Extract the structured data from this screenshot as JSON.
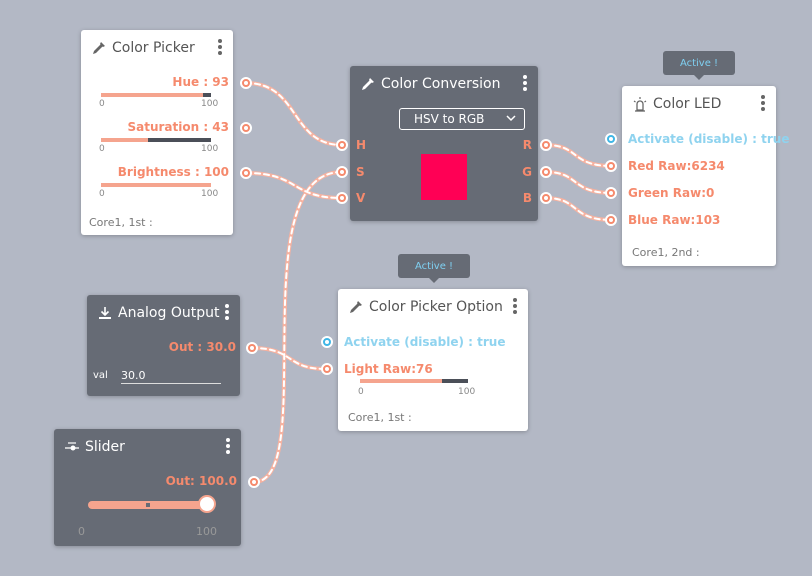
{
  "colors": {
    "canvas": "#b3b8c5",
    "accent": "#f58a6d",
    "info": "#3fb6e6",
    "node_dark": "#666b75",
    "swatch": "#ff0055"
  },
  "color_picker": {
    "title": "Color Picker",
    "hue": {
      "label": "Hue : 93",
      "min": "0",
      "max": "100",
      "value": 93
    },
    "saturation": {
      "label": "Saturation : 43",
      "min": "0",
      "max": "100",
      "value": 43
    },
    "brightness": {
      "label": "Brightness : 100",
      "min": "0",
      "max": "100",
      "value": 100
    },
    "footer": "Core1, 1st :"
  },
  "color_conversion": {
    "title": "Color Conversion",
    "mode": "HSV to RGB",
    "inputs": {
      "h": "H",
      "s": "S",
      "v": "V"
    },
    "outputs": {
      "r": "R",
      "g": "G",
      "b": "B"
    },
    "swatch_color": "#ff0055"
  },
  "color_led": {
    "title": "Color LED",
    "tooltip": "Active !",
    "activate": "Activate (disable) : true",
    "red": "Red Raw:6234",
    "green": "Green Raw:0",
    "blue": "Blue Raw:103",
    "footer": "Core1, 2nd :"
  },
  "analog_output": {
    "title": "Analog Output",
    "out": "Out : 30.0",
    "val_label": "val",
    "val": "30.0"
  },
  "color_picker_option": {
    "title": "Color Picker Option",
    "tooltip": "Active !",
    "activate": "Activate (disable) : true",
    "light": "Light Raw:76",
    "min": "0",
    "max": "100",
    "value": 76,
    "footer": "Core1, 1st :"
  },
  "slider": {
    "title": "Slider",
    "out": "Out: 100.0",
    "min": "0",
    "max": "100",
    "value": 100
  }
}
